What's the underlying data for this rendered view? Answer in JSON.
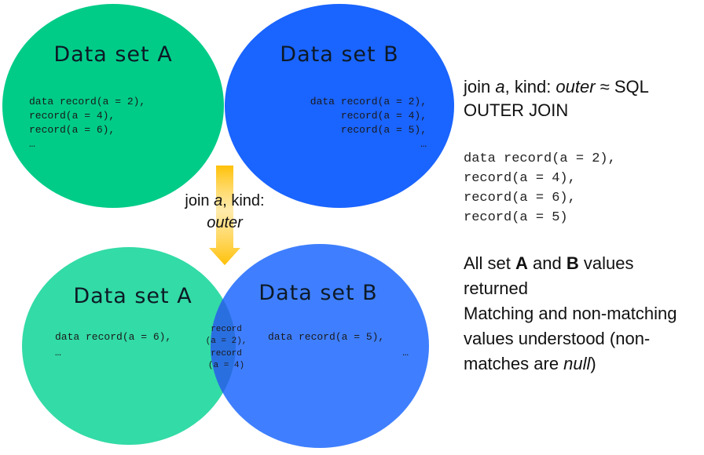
{
  "colors": {
    "set_a_top": "#00cc88",
    "set_b_top": "#1a64ff",
    "set_a_bottom": "#33dba6",
    "set_b_bottom": "#3f7fff",
    "overlap": "#2a6fe0",
    "arrow": "#ffc107"
  },
  "top": {
    "set_a": {
      "title": "Data set A",
      "lines": [
        "data record(a = 2),",
        "record(a = 4),",
        "record(a = 6),",
        "…"
      ]
    },
    "set_b": {
      "title": "Data set B",
      "lines": [
        "data record(a = 2),",
        "record(a = 4),",
        "record(a = 5),",
        "…"
      ]
    }
  },
  "join_label": {
    "prefix": "join ",
    "key": "a",
    "kind_text": ", kind:",
    "kind": "outer"
  },
  "bottom": {
    "set_a": {
      "title": "Data set A",
      "lines": [
        "data record(a = 6),",
        "…"
      ]
    },
    "set_b": {
      "title": "Data set B",
      "lines": [
        "data record(a = 5),",
        "…"
      ]
    },
    "overlap_lines": [
      "record",
      "(a = 2),",
      "record",
      "(a = 4)"
    ]
  },
  "panel": {
    "heading": {
      "prefix": "join ",
      "key": "a",
      "kind_text": ", kind: ",
      "kind": "outer",
      "suffix": " ≈ SQL OUTER JOIN"
    },
    "result_lines": [
      "data record(a = 2),",
      "record(a = 4),",
      "record(a = 6),",
      "record(a = 5)"
    ],
    "summary": {
      "line1_prefix": "All set ",
      "line1_a": "A",
      "line1_mid": " and ",
      "line1_b": "B",
      "line1_suffix": " values returned",
      "line2_prefix": "Matching and non-matching values understood (non-matches are ",
      "line2_null": "null",
      "line2_suffix": ")"
    }
  }
}
